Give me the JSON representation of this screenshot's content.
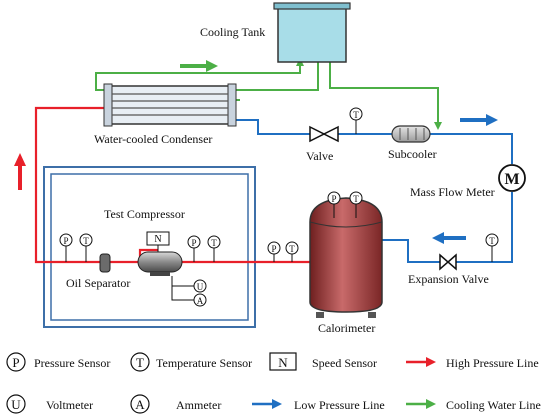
{
  "labels": {
    "cooling_tank": "Cooling Tank",
    "water_cooled_condenser": "Water-cooled Condenser",
    "valve": "Valve",
    "subcooler": "Subcooler",
    "mass_flow_meter": "Mass Flow Meter",
    "test_compressor": "Test Compressor",
    "oil_separator": "Oil Separator",
    "calorimeter": "Calorimeter",
    "expansion_valve": "Expansion Valve"
  },
  "symbols": {
    "pressure": "P",
    "temperature": "T",
    "speed": "N",
    "voltmeter": "U",
    "ammeter": "A",
    "mass_flow": "M"
  },
  "legend": {
    "pressure_sensor": "Pressure Sensor",
    "temperature_sensor": "Temperature Sensor",
    "speed_sensor": "Speed Sensor",
    "high_pressure_line": "High Pressure Line",
    "voltmeter": "Voltmeter",
    "ammeter": "Ammeter",
    "low_pressure_line": "Low Pressure Line",
    "cooling_water_line": "Cooling Water Line"
  },
  "colors": {
    "high_pressure": "#e8202a",
    "low_pressure": "#1f6fc2",
    "cooling_water": "#4caf46",
    "tank_fill": "#a8dde8",
    "calorimeter_fill": "#9c3a3a",
    "condenser_fill": "#e8eef4"
  }
}
